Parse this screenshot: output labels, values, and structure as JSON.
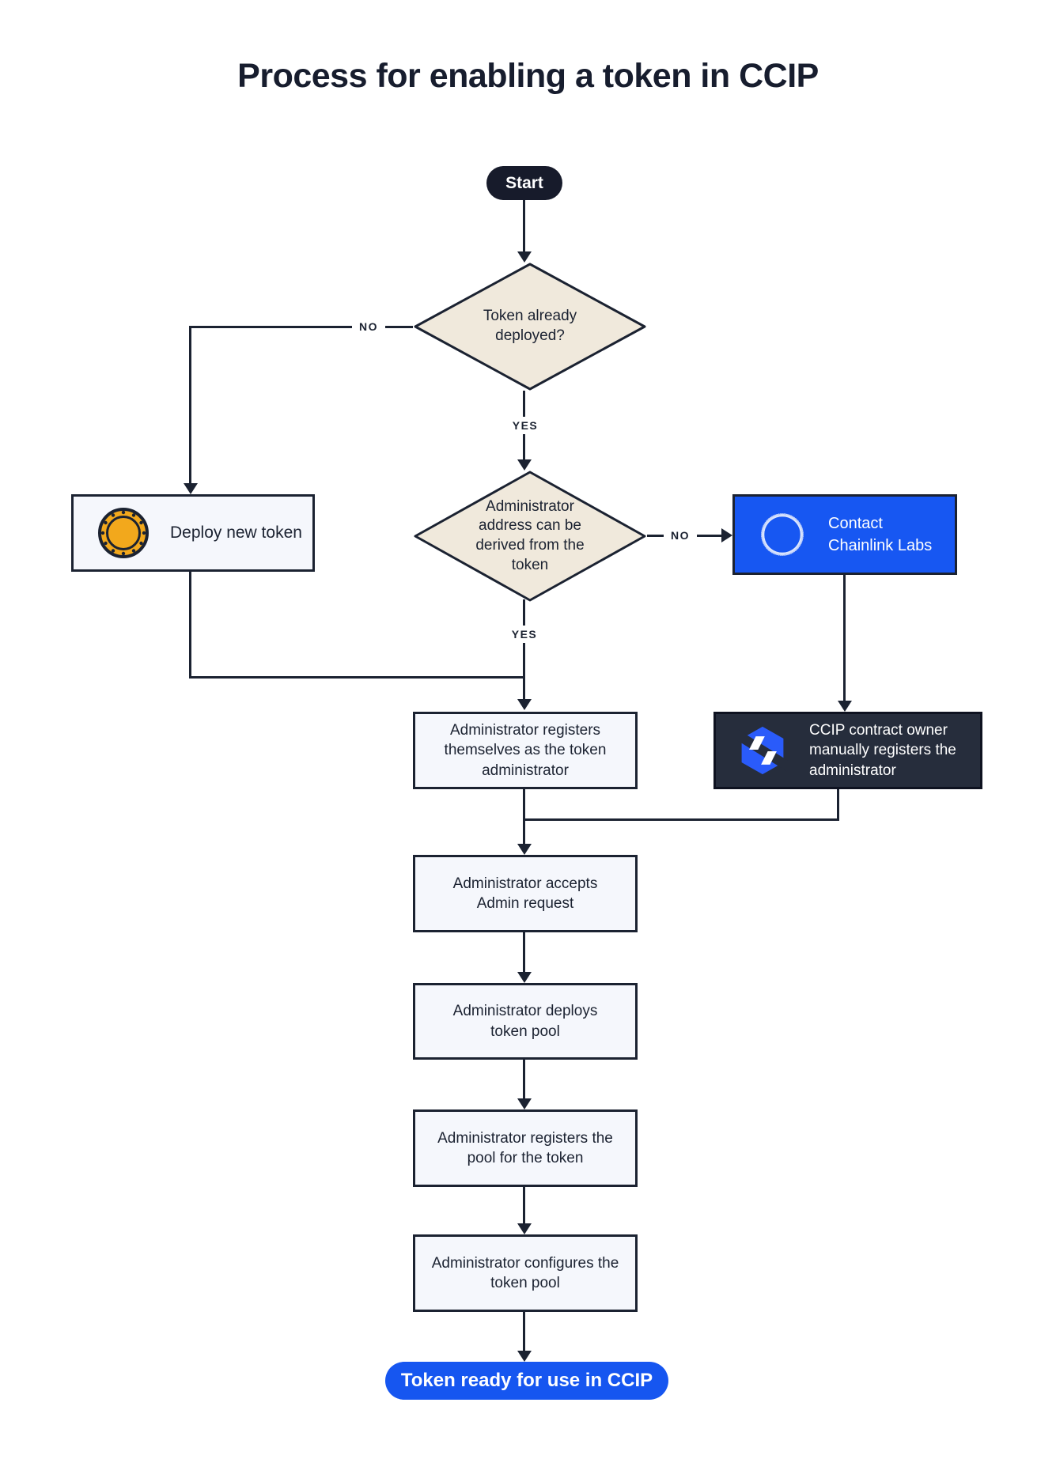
{
  "title": "Process for enabling a token in CCIP",
  "flow": {
    "start": "Start",
    "decision_token_deployed": "Token already deployed?",
    "deploy_new_token": "Deploy new token",
    "decision_admin_address": "Administrator address can be derived from the token",
    "contact_chainlink": "Contact Chainlink Labs",
    "register_self": "Administrator registers themselves as the token administrator",
    "ccip_owner_registers": "CCIP contract owner manually registers the administrator",
    "accept_request": "Administrator accepts Admin request",
    "deploy_pool": "Administrator deploys token pool",
    "register_pool": "Administrator registers the pool for the token",
    "configure_pool": "Administrator configures the token pool",
    "end": "Token ready for use in CCIP"
  },
  "edge_labels": {
    "token_deployed_no": "NO",
    "token_deployed_yes": "YES",
    "admin_address_no": "NO",
    "admin_address_yes": "YES"
  },
  "icons": {
    "coin": "coin-icon",
    "chainlink": "chainlink-hexagon-icon",
    "ccip": "ccip-logo-icon"
  },
  "colors": {
    "line_dark": "#1B2231",
    "start_pill": "#171B2B",
    "diamond_fill": "#F0E9DC",
    "light_box_fill": "#F5F7FC",
    "brand_blue": "#1757F2",
    "end_pill_blue": "#1656F0",
    "dark_box_fill": "#262D3C",
    "coin_gold": "#F2A81C"
  }
}
